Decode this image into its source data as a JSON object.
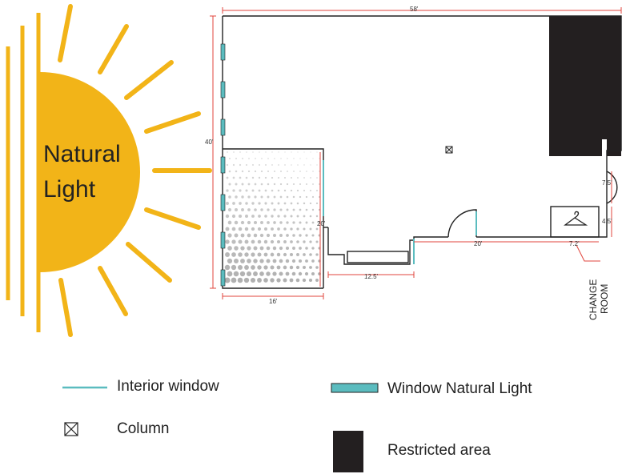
{
  "sun": {
    "label_line1": "Natural",
    "label_line2": "Light",
    "color": "#F2B418"
  },
  "plan": {
    "dimensions": {
      "width_total": "58'",
      "height_total": "40'",
      "light_zone_width": "16'",
      "light_zone_depth": "20'",
      "counter_width": "12.5'",
      "corridor_width": "20'",
      "door_height": "7.5'",
      "change_room_depth": "4.5'",
      "change_room_width": "7.2'"
    },
    "change_room_label_line1": "CHANGE",
    "change_room_label_line2": "ROOM"
  },
  "legend": {
    "interior_window": "Interior window",
    "window_natural_light": "Window Natural Light",
    "column": "Column",
    "restricted_area": "Restricted area"
  },
  "colors": {
    "wall": "#222222",
    "window": "#5BBCBF",
    "dimension_line": "#E0453C",
    "restricted": "#231F20",
    "light_dots": "#9A9A9A"
  }
}
